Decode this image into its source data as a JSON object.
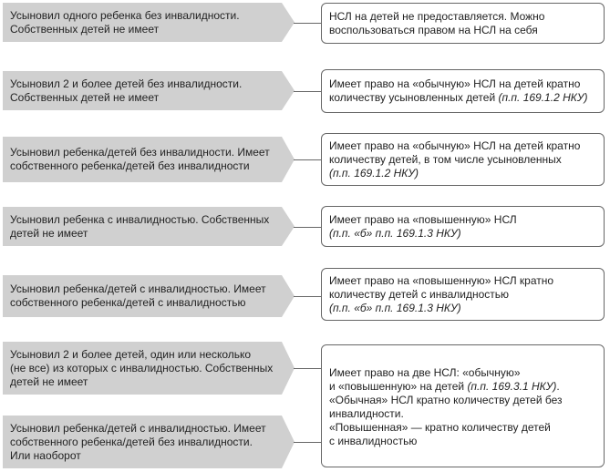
{
  "rows": [
    {
      "condition": "Усыновил одного ребенка без инвалидности.\nСобственных детей не имеет",
      "result": "НСЛ на детей не предоставляется. Можно\nвоспользоваться правом на НСЛ на себя",
      "result_ref": "",
      "result_tail": ""
    },
    {
      "condition": "Усыновил 2 и более детей без инвалидности.\nСобственных детей не имеет",
      "result": "Имеет право на «обычную» НСЛ на детей кратно\nколичеству усыновленных детей ",
      "result_ref": "(п.п. 169.1.2 НКУ)",
      "result_tail": ""
    },
    {
      "condition": "Усыновил ребенка/детей без инвалидности. Имеет\nсобственного ребенка/детей без инвалидности",
      "result": "Имеет право на «обычную» НСЛ на детей кратно\nколичеству детей, в том числе усыновленных\n",
      "result_ref": "(п.п. 169.1.2 НКУ)",
      "result_tail": ""
    },
    {
      "condition": "Усыновил ребенка с инвалидностью. Собственных\nдетей не имеет",
      "result": "Имеет право на «повышенную» НСЛ\n",
      "result_ref": "(п.п. «б» п.п. 169.1.3 НКУ)",
      "result_tail": ""
    },
    {
      "condition": "Усыновил ребенка/детей с инвалидностью. Имеет\nсобственного ребенка/детей с инвалидностью",
      "result": "Имеет право на «повышенную» НСЛ кратно\nколичеству детей с инвалидностью\n",
      "result_ref": "(п.п. «б» п.п. 169.1.3 НКУ)",
      "result_tail": ""
    }
  ],
  "shared": {
    "conditions": [
      "Усыновил 2 и более детей, один или несколько\n(не все) из которых с инвалидностью. Собственных\nдетей не имеет",
      "Усыновил ребенка/детей с инвалидностью. Имеет\nсобственного ребенка/детей без инвалидности.\nИли наоборот"
    ],
    "result": "Имеет право на две НСЛ: «обычную»\nи «повышенную» на детей ",
    "result_ref": "(п.п. 169.3.1 НКУ)",
    "result_tail": ".\n«Обычная» НСЛ кратно количеству детей без\nинвалидности.\n«Повышенная» — кратно количеству детей\nс инвалидностью"
  }
}
